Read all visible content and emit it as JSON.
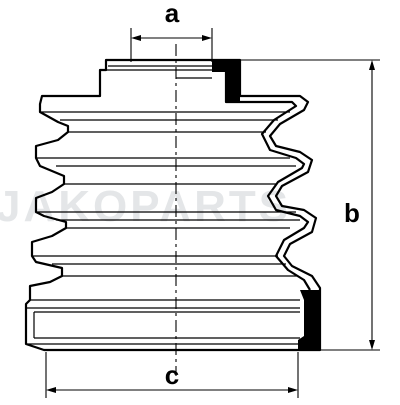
{
  "diagram": {
    "subject": "cv-joint-boot",
    "watermark": "JAKOPARTS",
    "dimensions": {
      "a": "a",
      "b": "b",
      "c": "c"
    },
    "colors": {
      "line": "#000000",
      "background": "#ffffff",
      "watermark": "#cfd3d6"
    }
  }
}
